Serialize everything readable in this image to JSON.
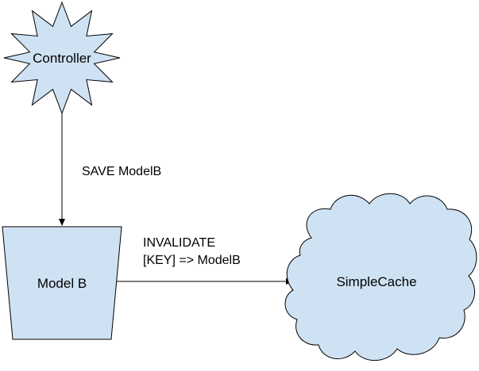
{
  "colors": {
    "node_fill": "#cfe2f3",
    "node_stroke": "#000000",
    "edge_stroke": "#000000"
  },
  "nodes": {
    "controller": {
      "label": "Controller",
      "shape": "star"
    },
    "model_b": {
      "label": "Model B",
      "shape": "trapezoid"
    },
    "simple_cache": {
      "label": "SimpleCache",
      "shape": "cloud"
    }
  },
  "edges": {
    "save": {
      "label": "SAVE ModelB"
    },
    "invalidate": {
      "label_line1": "INVALIDATE",
      "label_line2": "[KEY] => ModelB"
    }
  }
}
